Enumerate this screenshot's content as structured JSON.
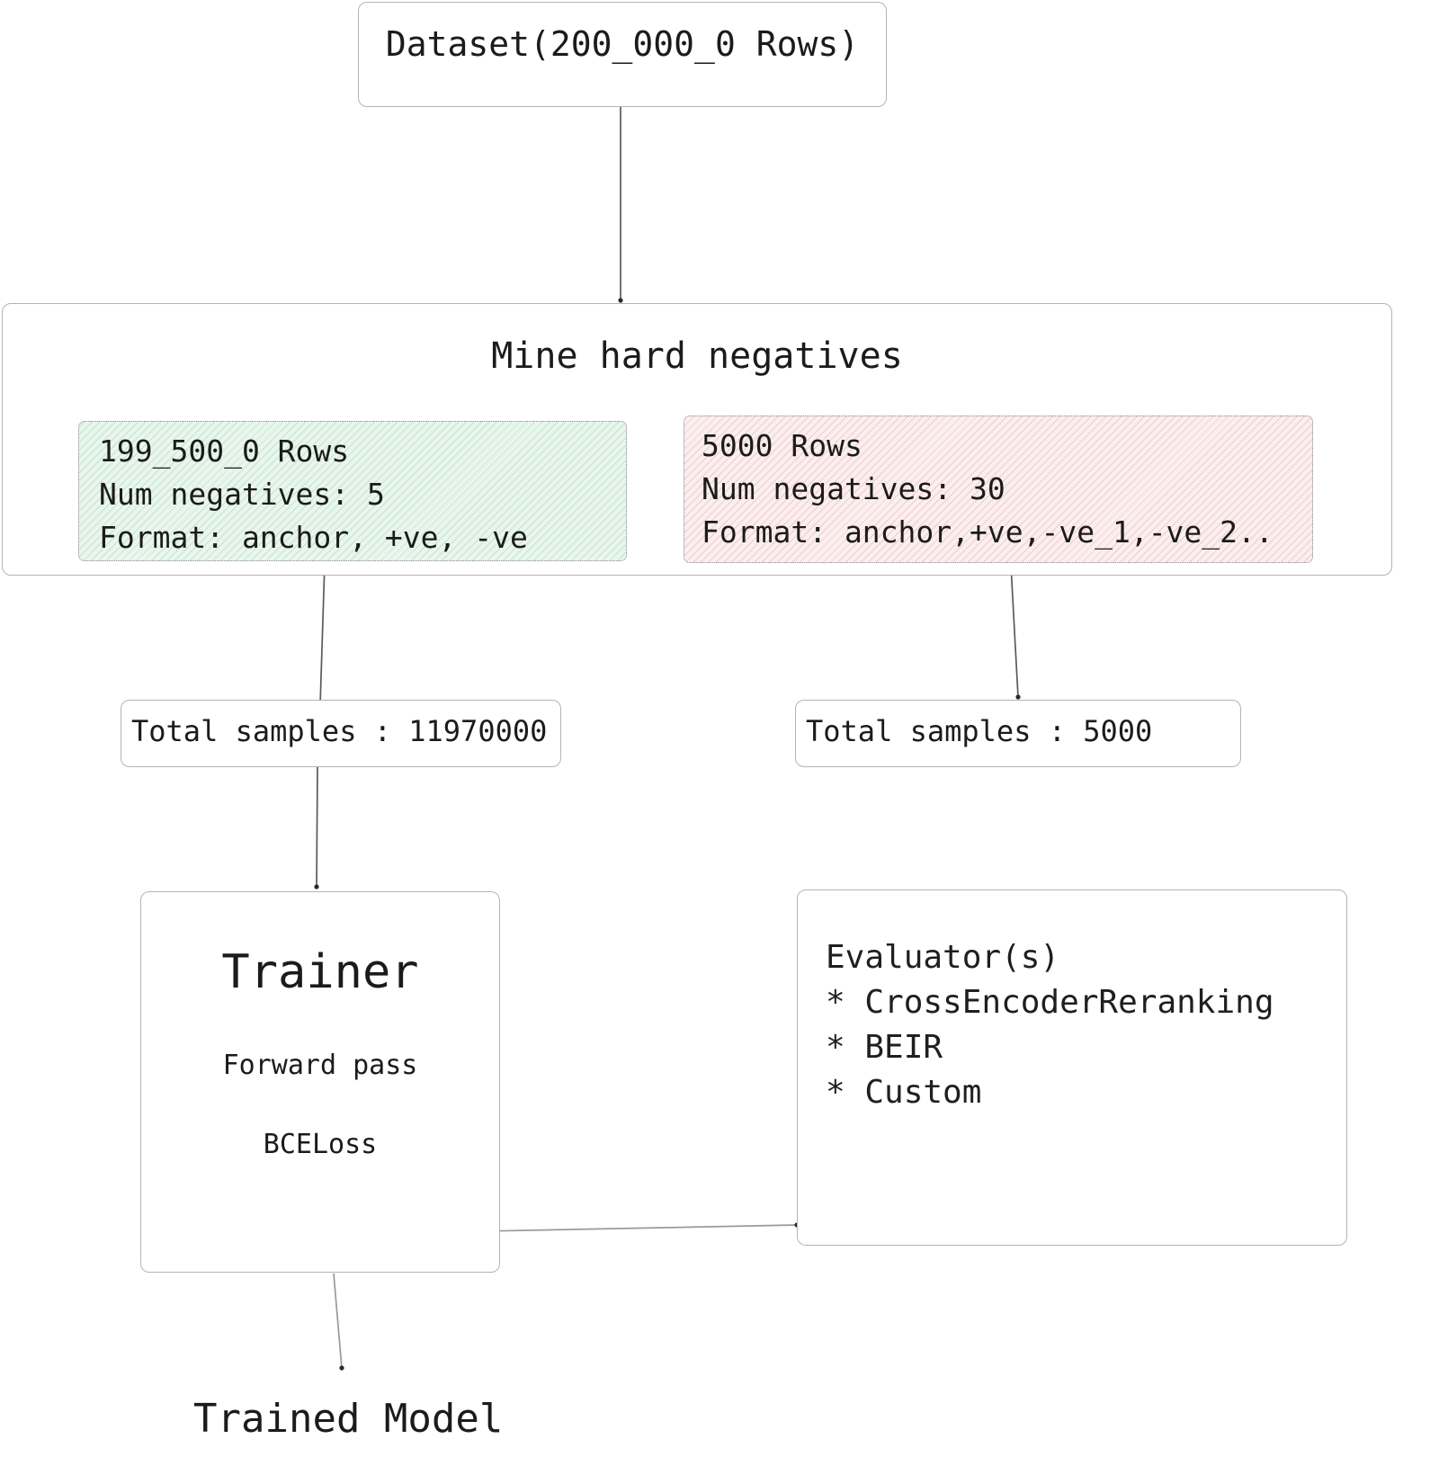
{
  "diagram": {
    "title_implicit": "Cross-encoder training pipeline",
    "nodes": {
      "dataset": {
        "label": "Dataset(200_000_0 Rows)"
      },
      "mine_hard_negatives": {
        "title": "Mine hard negatives",
        "train_split": {
          "rows": "199_500_0 Rows",
          "num_negatives": "Num negatives: 5",
          "format": "Format: anchor, +ve, -ve",
          "color": "#e9f6ed"
        },
        "eval_split": {
          "rows": "5000 Rows",
          "num_negatives": "Num negatives: 30",
          "format": "Format: anchor,+ve,-ve_1,-ve_2..",
          "color": "#fbeeee"
        }
      },
      "total_samples_left": {
        "label": "Total samples : 11970000"
      },
      "total_samples_right": {
        "label": "Total samples : 5000"
      },
      "trainer": {
        "title": "Trainer",
        "step_forward": "Forward pass",
        "step_loss": "BCELoss"
      },
      "evaluator": {
        "title": "Evaluator(s)",
        "items": [
          "* CrossEncoderReranking",
          "* BEIR",
          "* Custom"
        ]
      },
      "trained_model": {
        "label": "Trained Model"
      }
    },
    "edges": [
      {
        "from": "dataset",
        "to": "mine_hard_negatives"
      },
      {
        "from": "mine_hard_negatives.train_split",
        "to": "total_samples_left"
      },
      {
        "from": "mine_hard_negatives.eval_split",
        "to": "total_samples_right"
      },
      {
        "from": "total_samples_left",
        "to": "trainer"
      },
      {
        "from": "trainer.forward_pass",
        "to": "trainer.bceloss"
      },
      {
        "from": "trainer.bceloss",
        "to": "trainer.forward_pass",
        "style": "curved-loop"
      },
      {
        "from": "trainer",
        "to": "evaluator"
      },
      {
        "from": "trainer",
        "to": "trained_model"
      }
    ],
    "colors": {
      "node_border": "#b4b4b4",
      "connector": "#5a5a5a",
      "text": "#1b1b1b",
      "background": "#ffffff"
    }
  }
}
